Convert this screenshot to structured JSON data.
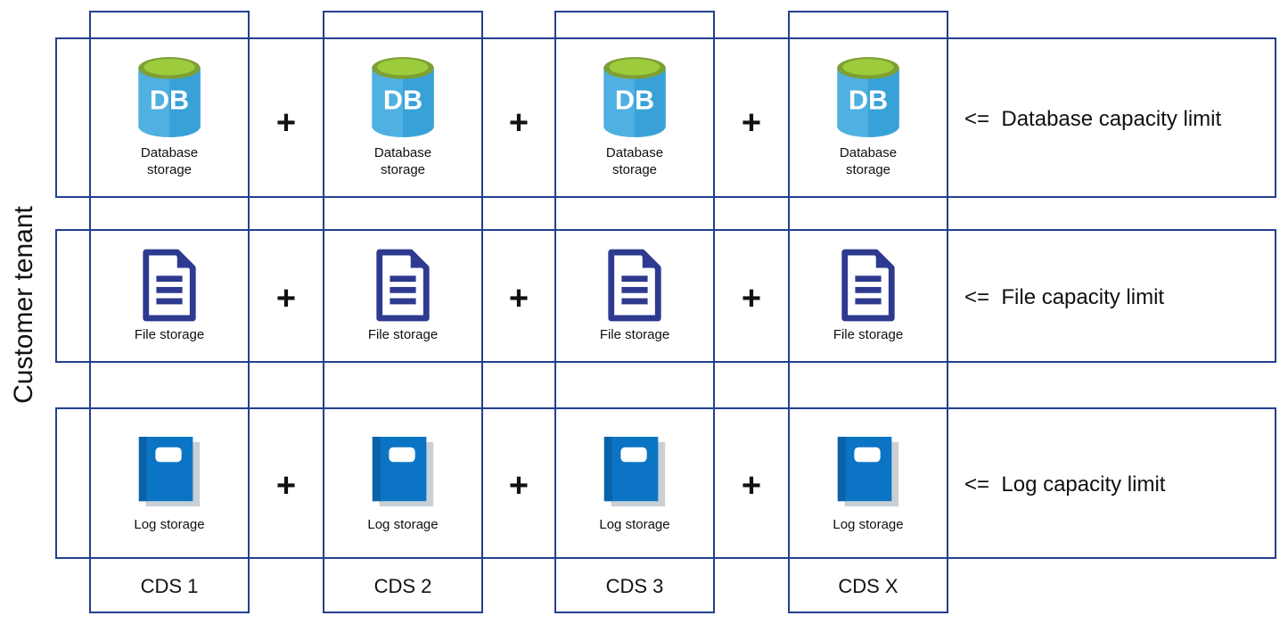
{
  "left_axis_label": "Customer tenant",
  "plus": "+",
  "columns": [
    {
      "label": "CDS 1"
    },
    {
      "label": "CDS 2"
    },
    {
      "label": "CDS 3"
    },
    {
      "label": "CDS X"
    }
  ],
  "rows": [
    {
      "icon": "database-icon",
      "icon_text": "DB",
      "item_label": "Database storage",
      "limit_label": "<=  Database capacity limit"
    },
    {
      "icon": "file-storage-icon",
      "item_label": "File storage",
      "limit_label": "<=  File capacity limit"
    },
    {
      "icon": "log-storage-icon",
      "item_label": "Log storage",
      "limit_label": "<=  Log capacity limit"
    }
  ],
  "colors": {
    "grid_border": "#243f8f",
    "db_cylinder_light": "#4FB0E1",
    "db_cylinder_dark": "#38A2D8",
    "db_top_rim": "#7E9F33",
    "db_top_inner": "#9CCB3C",
    "file_navy": "#2d3a8f",
    "log_cover_blue": "#0C74C4",
    "log_spine_blue": "#0A62A8",
    "log_pages_gray": "#C9CFD6",
    "text_black": "#111111"
  }
}
